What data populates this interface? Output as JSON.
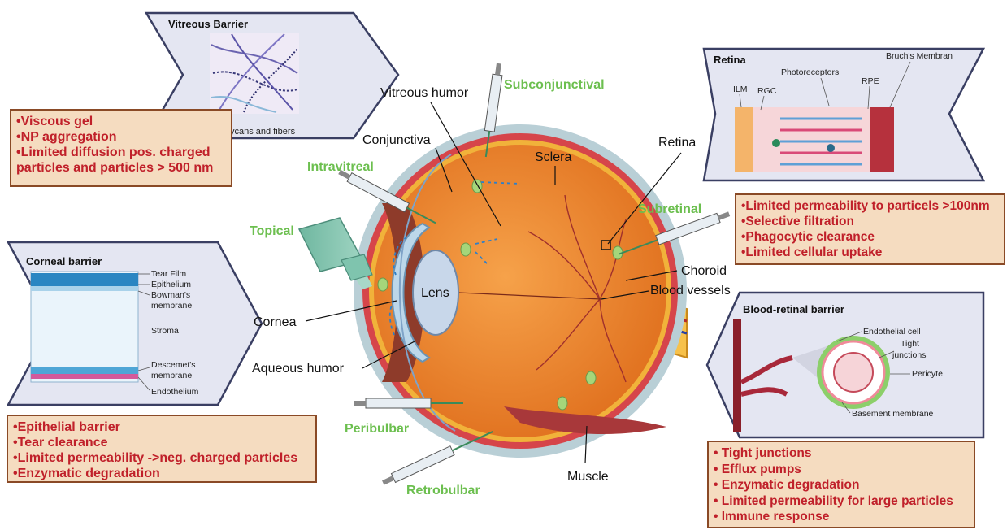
{
  "colors": {
    "route_label": "#6cbf4f",
    "note_text": "#c0202a",
    "note_bg": "#f5dcc0",
    "note_border": "#8a4a26",
    "panel_bg": "#e4e6f2",
    "panel_border": "#3a3f63"
  },
  "routes": {
    "subconjunctival": "Subconjunctival",
    "intravitreal": "Intravitreal",
    "topical": "Topical",
    "subretinal": "Subretinal",
    "peribulbar": "Peribulbar",
    "retrobulbar": "Retrobulbar"
  },
  "eye_labels": {
    "vitreous_humor": "Vitreous humor",
    "conjunctiva": "Conjunctiva",
    "sclera": "Sclera",
    "retina": "Retina",
    "choroid": "Choroid",
    "blood_vessels": "Blood vessels",
    "lens": "Lens",
    "cornea": "Cornea",
    "aqueous_humor": "Aqueous humor",
    "muscle": "Muscle"
  },
  "vitreous_panel": {
    "title": "Vitreous Barrier",
    "caption": "Proteoglycans and fibers",
    "notes": [
      "•Viscous gel",
      "•NP aggregation",
      "•Limited diffusion pos. charged",
      "particles and particles > 500 nm"
    ]
  },
  "corneal_panel": {
    "title": "Corneal barrier",
    "layers": [
      "Tear Film",
      "Epithelium",
      "Bowman's",
      "membrane",
      "Stroma",
      "Descemet's",
      "membrane",
      "Endothelium"
    ],
    "notes": [
      "•Epithelial barrier",
      "•Tear clearance",
      "•Limited permeability ->neg. charged particles",
      "•Enzymatic degradation"
    ]
  },
  "retina_panel": {
    "title": "Retina",
    "labels": [
      "ILM",
      "RGC",
      "Photoreceptors",
      "RPE",
      "Bruch's Membran"
    ],
    "notes": [
      "•Limited permeability to particels >100nm",
      "•Selective filtration",
      "•Phagocytic clearance",
      "•Limited cellular uptake"
    ]
  },
  "brb_panel": {
    "title": "Blood-retinal barrier",
    "labels": [
      "Endothelial cell",
      "Tight",
      "junctions",
      "Pericyte",
      "Basement membrane"
    ],
    "notes": [
      "• Tight junctions",
      "• Efflux pumps",
      "• Enzymatic degradation",
      "• Limited permeability for large particles",
      "• Immune response"
    ]
  }
}
